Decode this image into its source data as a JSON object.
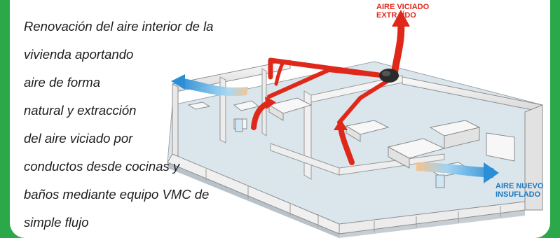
{
  "caption": {
    "lines": [
      "Renovación del aire interior de la",
      "vivienda aportando",
      "aire de forma",
      "natural y extracción",
      "del aire viciado por",
      "conductos desde cocinas y",
      "baños mediante equipo VMC de",
      "simple flujo"
    ]
  },
  "labels": {
    "exhaust": {
      "line1": "AIRE VICIADO",
      "line2": "EXTRAÍDO"
    },
    "supply": {
      "line1": "AIRE NUEVO",
      "line2": "INSUFLADO"
    }
  },
  "colors": {
    "frame": "#2aa84a",
    "exhaust_duct": "#e0281a",
    "supply_air": "#2c8fd6",
    "floor": "#dbe6ec",
    "walls": "#f4f4f4"
  }
}
